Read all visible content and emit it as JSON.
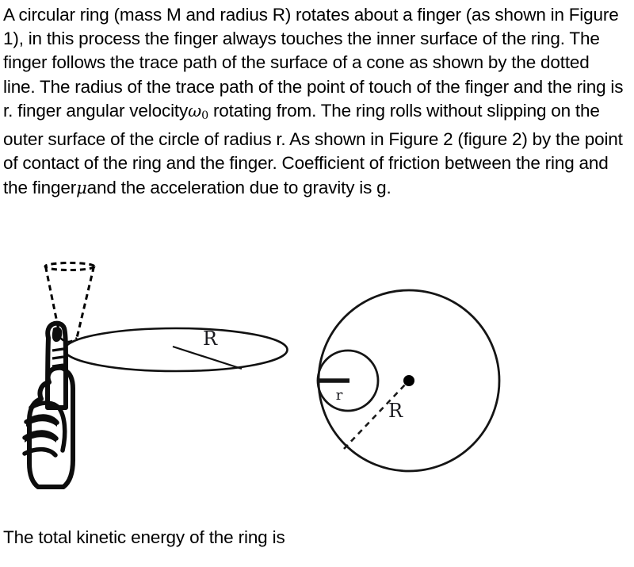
{
  "document": {
    "background_color": "#ffffff",
    "text_color": "#000000"
  },
  "problem": {
    "body_part_1": "A circular ring (mass M and radius R) rotates about a finger (as shown in Figure 1), in this process the finger always touches the inner surface of the ring. The finger follows the trace path of the surface of a cone as shown by the dotted line. The radius of the trace path of the point of touch of the finger and the ring is r. finger angular velocity",
    "symbol_omega": "ω",
    "symbol_omega_subscript": "0",
    "body_part_2": " rotating from. The ring rolls without slipping on the outer surface of the circle of radius r. As shown in Figure 2 (figure 2) by the point of contact of the ring and the finger. Coefficient of friction between the ring and the finger",
    "symbol_mu": "μ",
    "body_part_3": "and the acceleration due to gravity is g.",
    "question": "The total kinetic energy of the ring is"
  },
  "figure1": {
    "name": "Figure 1 - finger spinning ring with dotted cone trace path",
    "label_R": "R",
    "cone_stroke": "#000000",
    "ring_stroke": "#111111",
    "hand_fill": "#0d0d0d"
  },
  "figure2": {
    "name": "Figure 2 - big ring circle with small contact circle",
    "label_R": "R",
    "label_r": "r",
    "big_circle_stroke": "#151515",
    "small_circle_stroke": "#151515",
    "center_dot_fill": "#000000",
    "dashed_stroke": "#1a1a1a"
  }
}
